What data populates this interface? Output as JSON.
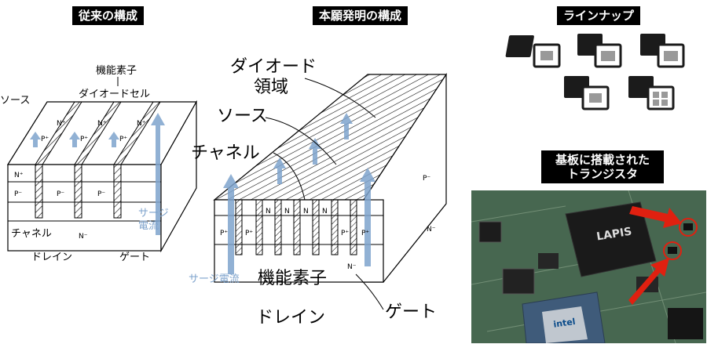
{
  "headers": {
    "conventional": "従来の構成",
    "invention": "本願発明の構成",
    "lineup": "ラインナップ",
    "mounted_line1": "基板に搭載された",
    "mounted_line2": "トランジスタ"
  },
  "left_diagram": {
    "functional_element": "機能素子",
    "source": "ソース",
    "diode_cell": "ダイオードセル",
    "channel": "チャネル",
    "drain": "ドレイン",
    "gate": "ゲート",
    "surge_line1": "サージ",
    "surge_line2": "電流",
    "n_plus": "N⁺",
    "p_plus": "P⁺",
    "p_minus": "P⁻",
    "n_minus": "N⁻"
  },
  "center_diagram": {
    "diode_region_line1": "ダイオード",
    "diode_region_line2": "領域",
    "source": "ソース",
    "channel": "チャネル",
    "functional_element": "機能素子",
    "drain": "ドレイン",
    "gate": "ゲート",
    "surge_current": "サージ電流",
    "n": "N",
    "p_plus": "P⁺",
    "p_minus": "P⁻",
    "n_minus": "N⁻"
  },
  "board_photo": {
    "chip_brand": "LAPIS",
    "intel": "intel"
  },
  "colors": {
    "header_bg": "#000000",
    "surge_blue": "#7ea3cc",
    "arrow_red": "#e02010",
    "pcb_green": "#4e6f56"
  }
}
